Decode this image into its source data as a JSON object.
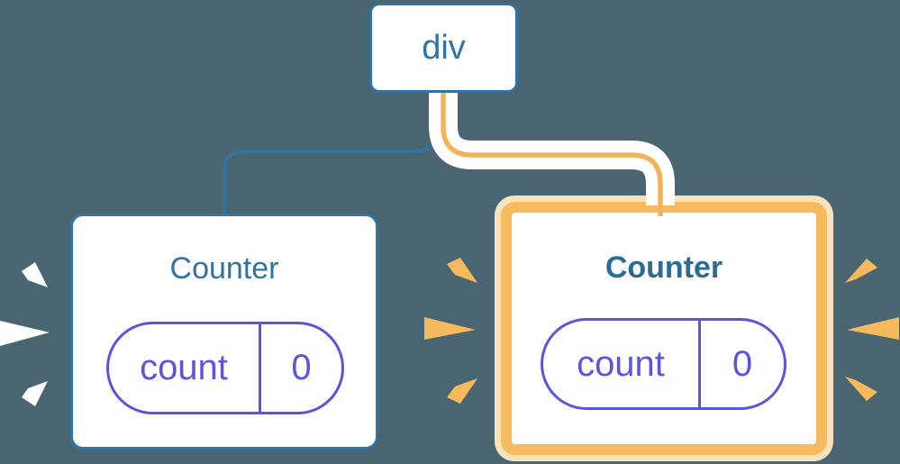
{
  "diagram": {
    "root_node": {
      "label": "div"
    },
    "children": [
      {
        "title": "Counter",
        "state": {
          "key": "count",
          "value": "0"
        },
        "highlighted": false
      },
      {
        "title": "Counter",
        "state": {
          "key": "count",
          "value": "0"
        },
        "highlighted": true
      }
    ]
  },
  "colors": {
    "background": "#4A6572",
    "blue": "#3174A3",
    "title_blue": "#33719E",
    "title_blue_bold": "#2B6C96",
    "purple": "#5B55DC",
    "orange_border": "#F6BA5F",
    "cream_outline": "#FAE3BC",
    "pipe_core": "#F5B359",
    "spark_orange": "#F6B95C",
    "white": "#FFFFFF"
  }
}
